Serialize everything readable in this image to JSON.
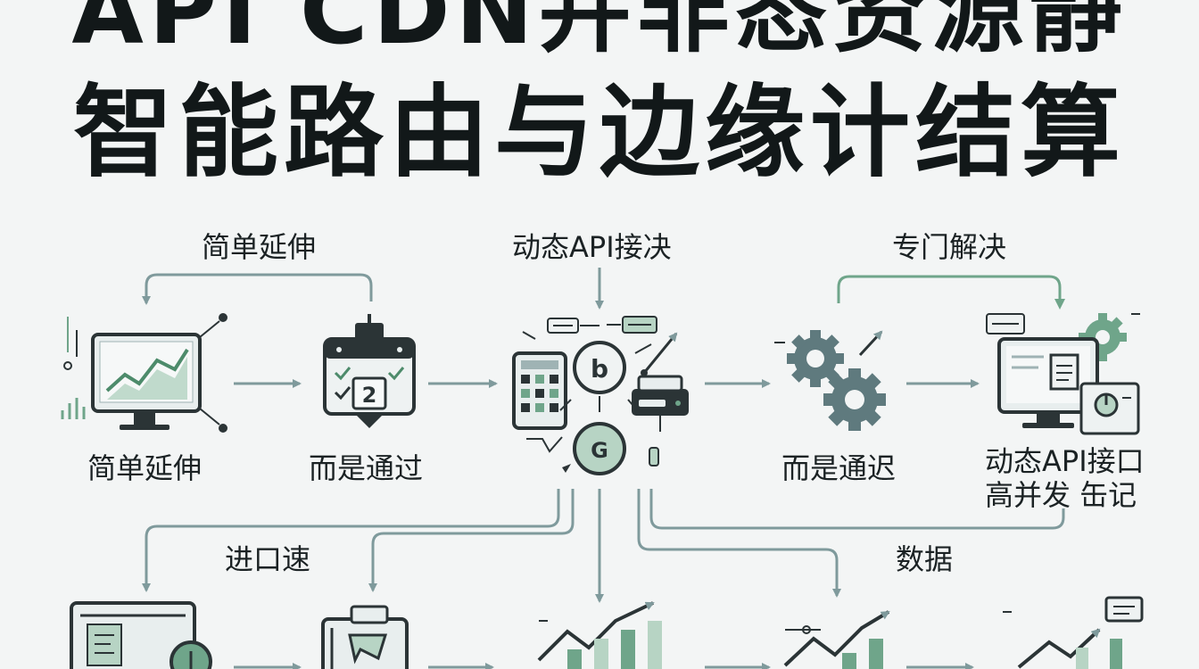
{
  "title": {
    "line1": "API CDN并非态资源静",
    "line2": "智能路由与边缘计结算"
  },
  "labels": {
    "top_left_loop": "简单延伸",
    "top_center": "动态API接决",
    "top_right_loop": "专门解决",
    "node1": "简单延伸",
    "node2": "而是通过",
    "node4": "而是通迟",
    "node5_line1": "动态API接口",
    "node5_line2": "高并发  缶记",
    "bottom_left": "进口速",
    "bottom_right": "数据"
  },
  "icons": {
    "calendar_number": "2",
    "circle_b": "b",
    "circle_g": "G"
  },
  "colors": {
    "accent_green": "#6fa58a",
    "dark": "#2b3436",
    "arrow": "#7f9a9c"
  }
}
